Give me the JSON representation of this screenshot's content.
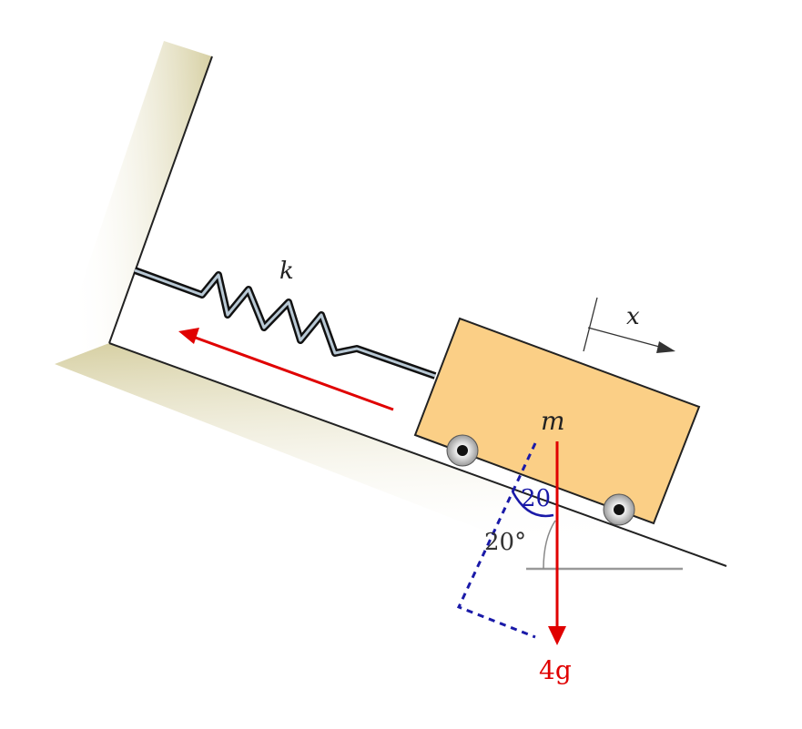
{
  "labels": {
    "spring_constant": "k",
    "mass": "m",
    "displacement": "x",
    "incline_angle": "20°",
    "component_angle": "20",
    "gravity_force": "4g"
  },
  "colors": {
    "block": "#fbcf86",
    "ground_shade": "#d9d3a8",
    "force_arrow": "#e00000",
    "construction": "#1a1aa8",
    "outline": "#222222"
  }
}
